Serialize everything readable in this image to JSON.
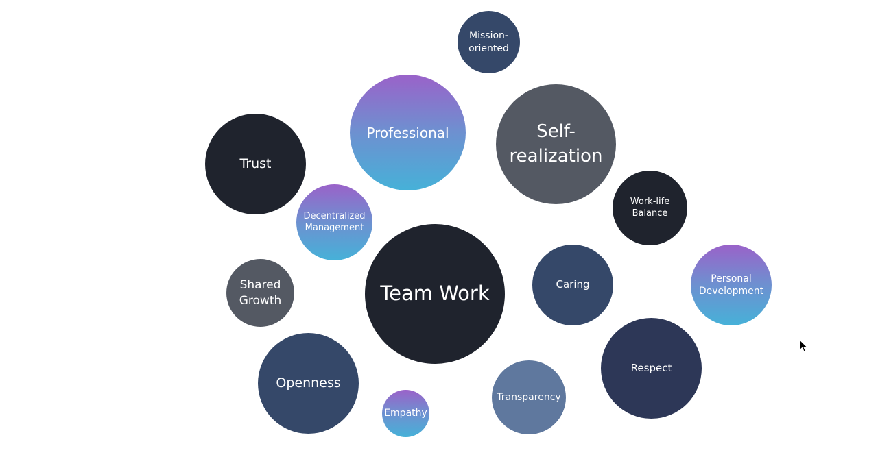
{
  "bubbles": {
    "team_work": "Team Work",
    "professional": "Professional",
    "self_realization": "Self-\nrealization",
    "trust": "Trust",
    "openness": "Openness",
    "respect": "Respect",
    "caring": "Caring",
    "personal_development": "Personal\nDevelopment",
    "decentralized_management": "Decentralized\nManagement",
    "transparency": "Transparency",
    "work_life_balance": "Work-life\nBalance",
    "shared_growth": "Shared\nGrowth",
    "mission_oriented": "Mission-\noriented",
    "empathy": "Empathy"
  },
  "colors": {
    "dark": "#1f232d",
    "navy": "#354869",
    "slate": "#545963",
    "steel": "#5f789e",
    "gradient_top": "#9a62c9",
    "gradient_bottom": "#46b1d8"
  },
  "cursor_icon": "mouse-pointer-icon"
}
